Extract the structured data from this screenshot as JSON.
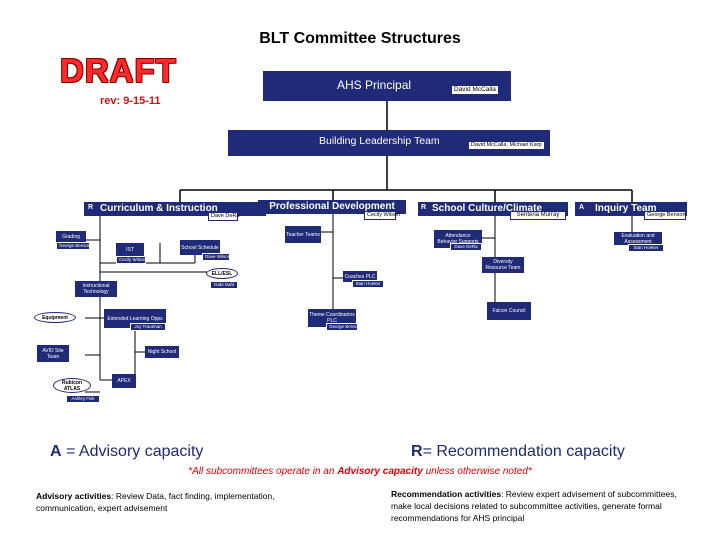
{
  "title": "BLT Committee Structures",
  "draft": "DRAFT",
  "revision": "rev: 9-15-11",
  "principal": {
    "title": "AHS Principal",
    "name": "David McCalla"
  },
  "blt": {
    "title": "Building Leadership Team",
    "name": "David McCalla, Michael Karp"
  },
  "branches": {
    "curriculum": {
      "letter": "R",
      "title": "Curriculum & Instruction",
      "lead": "Dave DeRa",
      "subs": {
        "grading": {
          "label": "Grading",
          "lead": "George Benson"
        },
        "ist": {
          "label": "IST",
          "lead": "Cecily Wilson"
        },
        "schedule": {
          "label": "School Schedule",
          "lead": "Dave Wilson"
        },
        "ellesl": {
          "label": "ELL/ESL",
          "lead": "Gabi Dahl"
        },
        "instructional": {
          "label": "Instructional Technology",
          "lead": ""
        },
        "equipment": {
          "label": "Equipment"
        },
        "extended": {
          "label": "Extended Learning Opps",
          "lead": "Joy Trautman"
        },
        "avid": {
          "label": "AVID Site Team",
          "lead": ""
        },
        "nightschool": {
          "label": "Night School",
          "lead": ""
        },
        "apex": {
          "label": "APEX",
          "lead": ""
        },
        "atlas": {
          "label": "Rubicon ATLAS",
          "lead": "Ashley Fisk"
        }
      }
    },
    "professional": {
      "title": "Professional Development",
      "lead": "Cecily Wilson",
      "subs": {
        "teacher": {
          "label": "Teacher Teams"
        },
        "coaches": {
          "label": "Coaches PLC",
          "lead": "Stan Hoeker"
        },
        "theme": {
          "label": "Theme Coordinators PLC",
          "lead": "George Benson"
        }
      }
    },
    "culture": {
      "letter": "R",
      "title": "School Culture/Climate",
      "lead": "Senteria Murray",
      "subs": {
        "attendance": {
          "label": "Attendance Behavior Supports",
          "lead": "Dave DeRa"
        },
        "diversity": {
          "label": "Diversity Resource Team",
          "lead": ""
        },
        "falcon": {
          "label": "Falcon Council",
          "lead": ""
        }
      }
    },
    "inquiry": {
      "letter": "A",
      "title": "Inquiry Team",
      "lead": "George Benson",
      "subs": {
        "evaluation": {
          "label": "Evaluation and Assessment",
          "lead": "Stan Hoeker"
        }
      }
    }
  },
  "legend": {
    "advisory_letter": "A",
    "advisory_text": " = Advisory capacity",
    "recommend_letter": "R",
    "recommend_text": "= Recommendation capacity",
    "note_pre": "*All subcommittees operate in an ",
    "note_bold": "Advisory capacity",
    "note_post": " unless otherwise noted*",
    "advisory_activities_label": "Advisory activities",
    "advisory_activities_text": ": Review Data, fact finding, implementation, communication, expert advisement",
    "recommendation_activities_label": "Recommendation activities",
    "recommendation_activities_text": ": Review expert advisement of subcommittees, make local decisions related to subcommittee activities, generate formal recommendations for AHS principal"
  }
}
